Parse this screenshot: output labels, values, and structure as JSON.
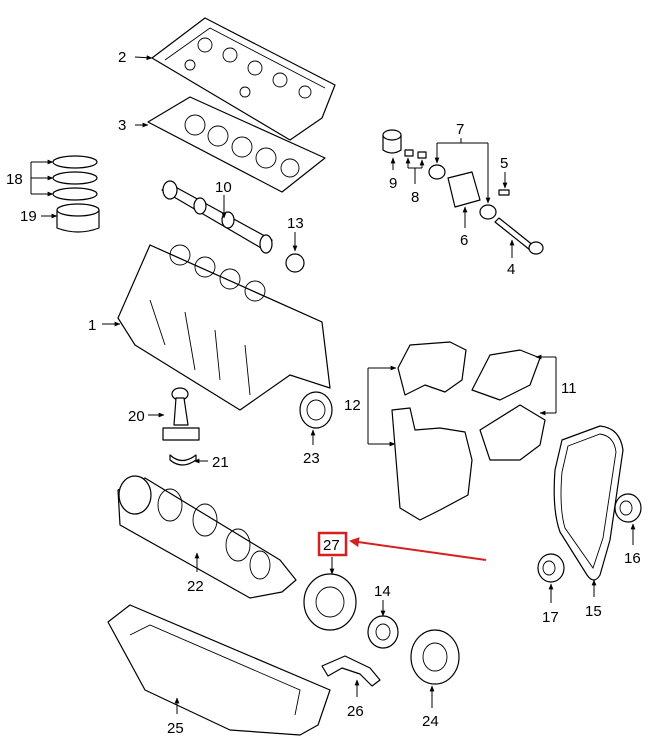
{
  "callouts": {
    "c1": "1",
    "c2": "2",
    "c3": "3",
    "c4": "4",
    "c5": "5",
    "c6": "6",
    "c7": "7",
    "c8": "8",
    "c9": "9",
    "c10": "10",
    "c11": "11",
    "c12": "12",
    "c13": "13",
    "c14": "14",
    "c15": "15",
    "c16": "16",
    "c17": "17",
    "c18": "18",
    "c19": "19",
    "c20": "20",
    "c21": "21",
    "c22": "22",
    "c23": "23",
    "c24": "24",
    "c25": "25",
    "c26": "26",
    "c27": "27"
  },
  "highlight": {
    "callout": "27",
    "color": "#d62020"
  }
}
